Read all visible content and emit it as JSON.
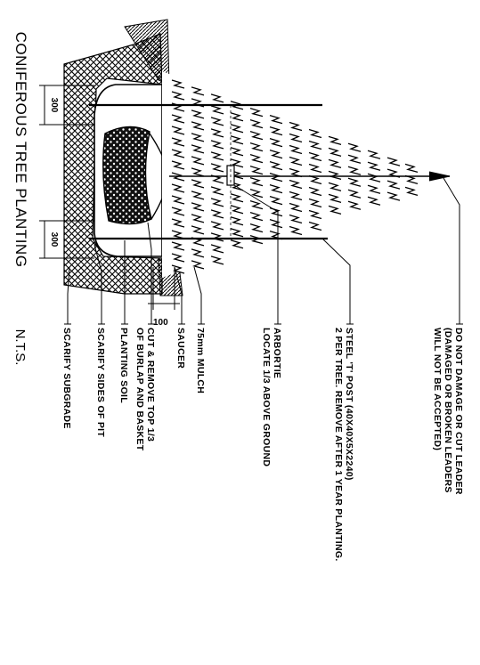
{
  "title": "CONIFEROUS TREE PLANTING",
  "scale_note": "N.T.S.",
  "callouts": [
    {
      "key": "leader",
      "lines": [
        "DO NOT DAMAGE OR CUT LEADER",
        "(DAMAGED OR BROKEN LEADERS",
        "WILL NOT BE ACCEPTED)"
      ]
    },
    {
      "key": "post",
      "lines": [
        "STEEL 'T' POST (40X40X5X2240)",
        "2 PER TREE. REMOVE AFTER 1 YEAR PLANTING."
      ]
    },
    {
      "key": "arbortie",
      "lines": [
        "ARBORTIE",
        "LOCATE 1/3 ABOVE GROUND"
      ]
    },
    {
      "key": "mulch",
      "lines": [
        "75mm MULCH"
      ]
    },
    {
      "key": "saucer",
      "lines": [
        "SAUCER"
      ]
    },
    {
      "key": "burlap",
      "lines": [
        "CUT & REMOVE TOP 1/3",
        "OF BURLAP AND BASKET"
      ]
    },
    {
      "key": "soil",
      "lines": [
        "PLANTING SOIL"
      ]
    },
    {
      "key": "pit-sides",
      "lines": [
        "SCARIFY SIDES OF PIT"
      ]
    },
    {
      "key": "subgrade",
      "lines": [
        "SCARIFY SUBGRADE"
      ]
    }
  ],
  "dimensions": {
    "top_clearance": "300",
    "bottom_clearance": "300",
    "mulch_depth": "100"
  }
}
